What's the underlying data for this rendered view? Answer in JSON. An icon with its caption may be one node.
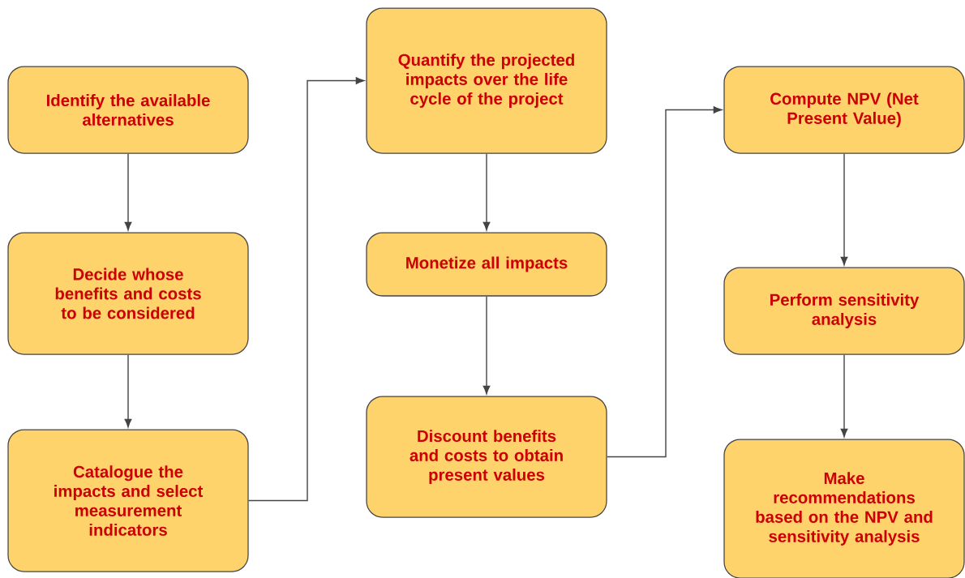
{
  "diagram": {
    "nodes": [
      {
        "text": [
          "Identify the available alternatives"
        ]
      },
      {
        "text": [
          "Decide whose benefits and costs to be considered"
        ]
      },
      {
        "text": [
          "Catalogue the impacts and select measurement indicators"
        ]
      },
      {
        "text": [
          "Quantify the projected impacts over the life cycle of the project"
        ]
      },
      {
        "text": [
          "Monetize all impacts"
        ]
      },
      {
        "text": [
          "Discount benefits and costs to obtain present values"
        ]
      },
      {
        "text": [
          "Compute NPV (Net Present Value)"
        ]
      },
      {
        "text": [
          "Perform sensitivity analysis"
        ]
      },
      {
        "text": [
          "Make recommendations based on the NPV and sensitivity analysis"
        ]
      }
    ],
    "edges": [
      {
        "from": 0,
        "to": 1,
        "arrow": "to"
      },
      {
        "from": 1,
        "to": 2,
        "arrow": "to"
      },
      {
        "from": 2,
        "to": 3,
        "arrow": "to"
      },
      {
        "from": 3,
        "to": 4,
        "arrow": "to"
      },
      {
        "from": 4,
        "to": 5,
        "arrow": "to"
      },
      {
        "from": 5,
        "to": 6,
        "arrow": "to"
      },
      {
        "from": 6,
        "to": 7,
        "arrow": "to"
      },
      {
        "from": 7,
        "to": 8,
        "arrow": "to"
      }
    ]
  }
}
